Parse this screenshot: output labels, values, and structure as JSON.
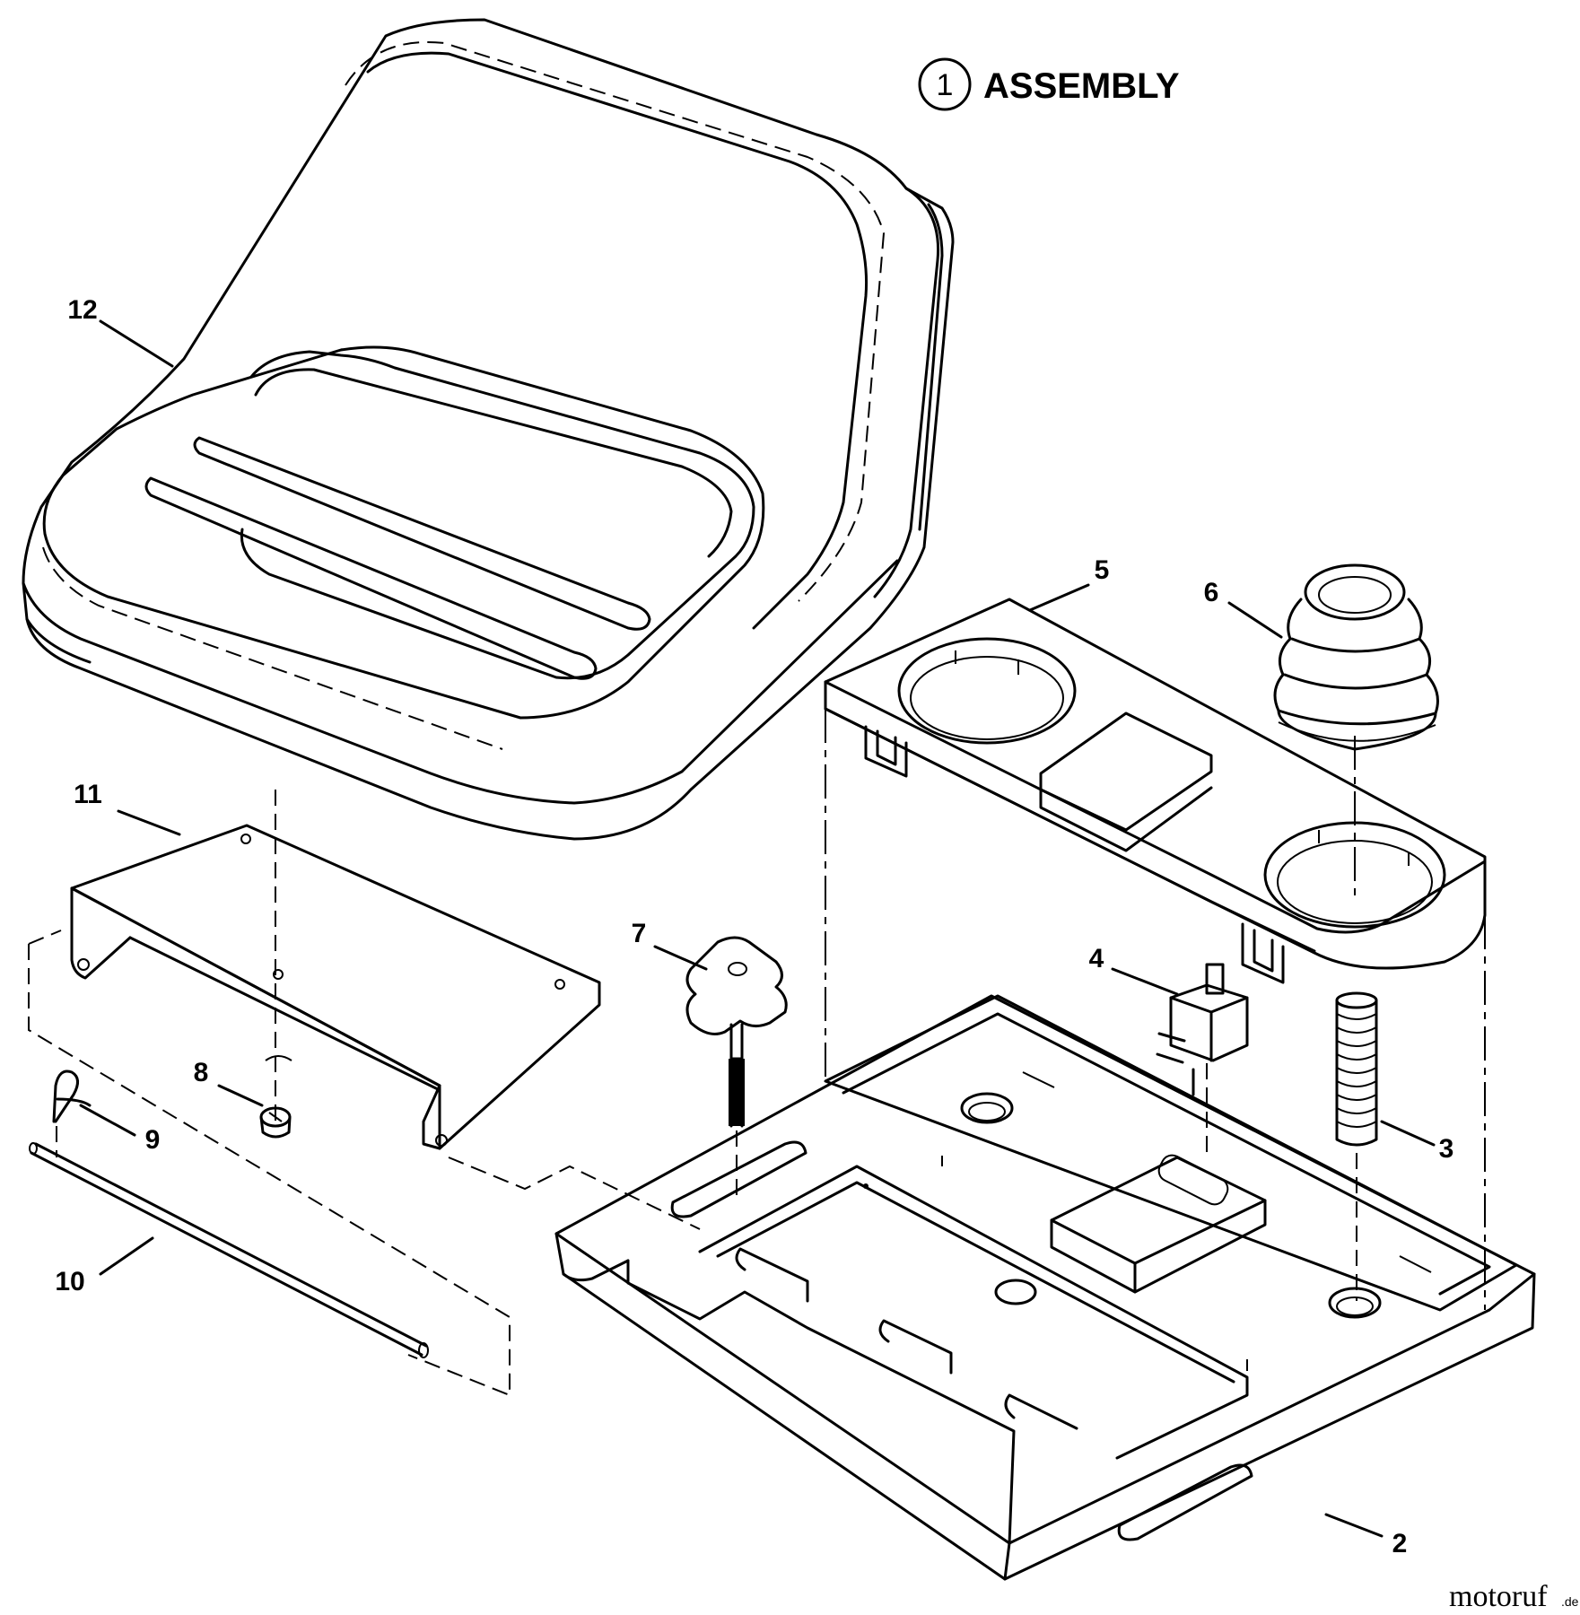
{
  "title": {
    "number": "1",
    "text": "ASSEMBLY"
  },
  "callouts": [
    {
      "id": "2",
      "part": "seat-pan"
    },
    {
      "id": "3",
      "part": "spring"
    },
    {
      "id": "4",
      "part": "switch"
    },
    {
      "id": "5",
      "part": "seat-base-cover"
    },
    {
      "id": "6",
      "part": "bumper"
    },
    {
      "id": "7",
      "part": "knob"
    },
    {
      "id": "8",
      "part": "screw"
    },
    {
      "id": "9",
      "part": "hair-pin-clip"
    },
    {
      "id": "10",
      "part": "hinge-rod"
    },
    {
      "id": "11",
      "part": "bracket"
    },
    {
      "id": "12",
      "part": "seat"
    }
  ],
  "watermark": {
    "brand": "motoruf",
    "suffix": ".de"
  },
  "colors": {
    "ink": "#000000",
    "paper": "#ffffff",
    "watermark_accent": "#c8102e"
  }
}
